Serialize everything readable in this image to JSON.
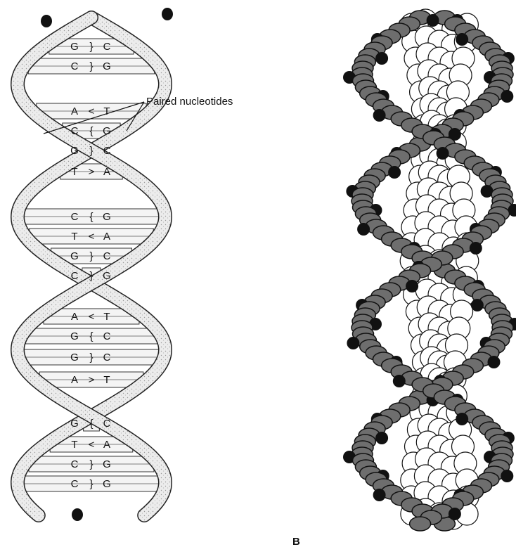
{
  "panel_a": {
    "callout_label": "Paired nucleotides",
    "base_pairs": [
      {
        "left": "G",
        "bond": "}",
        "right": "C"
      },
      {
        "left": "C",
        "bond": "}",
        "right": "G"
      },
      {
        "left": "A",
        "bond": "<",
        "right": "T"
      },
      {
        "left": "C",
        "bond": "{",
        "right": "G"
      },
      {
        "left": "G",
        "bond": "}",
        "right": "C"
      },
      {
        "left": "T",
        "bond": ">",
        "right": "A"
      },
      {
        "left": "C",
        "bond": "{",
        "right": "G"
      },
      {
        "left": "T",
        "bond": "<",
        "right": "A"
      },
      {
        "left": "G",
        "bond": "}",
        "right": "C"
      },
      {
        "left": "C",
        "bond": "}",
        "right": "G"
      },
      {
        "left": "A",
        "bond": "<",
        "right": "T"
      },
      {
        "left": "G",
        "bond": "{",
        "right": "C"
      },
      {
        "left": "G",
        "bond": "}",
        "right": "C"
      },
      {
        "left": "A",
        "bond": ">",
        "right": "T"
      },
      {
        "left": "G",
        "bond": "{",
        "right": "C"
      },
      {
        "left": "T",
        "bond": "<",
        "right": "A"
      },
      {
        "left": "C",
        "bond": "}",
        "right": "G"
      },
      {
        "left": "C",
        "bond": "}",
        "right": "G"
      }
    ]
  },
  "panel_b": {
    "label": "B",
    "colors": {
      "atom_fill": "#ffffff",
      "atom_stroke": "#111111",
      "backbone": "#6e6e6e",
      "dark_atom": "#111111"
    }
  },
  "colors": {
    "ribbon_fill": "#e6e6e6",
    "ribbon_stroke": "#222222",
    "rung_fill": "#f4f4f4"
  }
}
